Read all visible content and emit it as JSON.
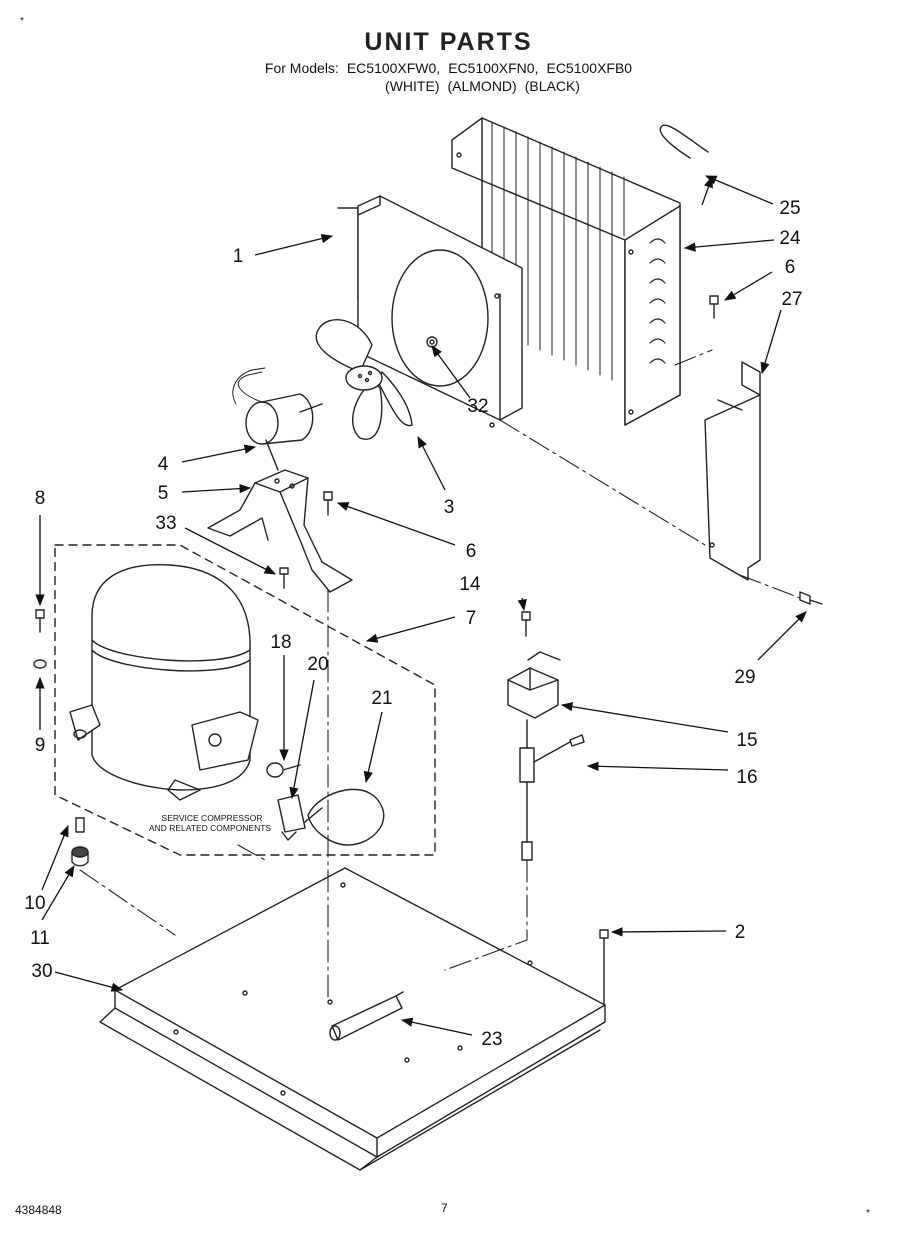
{
  "header": {
    "title": "UNIT PARTS",
    "models_prefix": "For Models:",
    "models": [
      "EC5100XFW0,",
      "EC5100XFN0,",
      "EC5100XFB0"
    ],
    "colors": [
      "(WHITE)",
      "(ALMOND)",
      "(BLACK)"
    ]
  },
  "callouts": [
    {
      "id": "1",
      "label": "1"
    },
    {
      "id": "2",
      "label": "2"
    },
    {
      "id": "3",
      "label": "3"
    },
    {
      "id": "4",
      "label": "4"
    },
    {
      "id": "5",
      "label": "5"
    },
    {
      "id": "6a",
      "label": "6"
    },
    {
      "id": "6b",
      "label": "6"
    },
    {
      "id": "7",
      "label": "7"
    },
    {
      "id": "8",
      "label": "8"
    },
    {
      "id": "9",
      "label": "9"
    },
    {
      "id": "10",
      "label": "10"
    },
    {
      "id": "11",
      "label": "11"
    },
    {
      "id": "14",
      "label": "14"
    },
    {
      "id": "15",
      "label": "15"
    },
    {
      "id": "16",
      "label": "16"
    },
    {
      "id": "18",
      "label": "18"
    },
    {
      "id": "20",
      "label": "20"
    },
    {
      "id": "21",
      "label": "21"
    },
    {
      "id": "23",
      "label": "23"
    },
    {
      "id": "24",
      "label": "24"
    },
    {
      "id": "25",
      "label": "25"
    },
    {
      "id": "27",
      "label": "27"
    },
    {
      "id": "29",
      "label": "29"
    },
    {
      "id": "30",
      "label": "30"
    },
    {
      "id": "32",
      "label": "32"
    },
    {
      "id": "33",
      "label": "33"
    }
  ],
  "service_note": {
    "line1": "SERVICE COMPRESSOR",
    "line2": "AND RELATED COMPONENTS"
  },
  "footer": {
    "part_number": "4384848",
    "page_number": "7",
    "corner_mark_top": "*",
    "corner_mark_bottom": "*"
  }
}
